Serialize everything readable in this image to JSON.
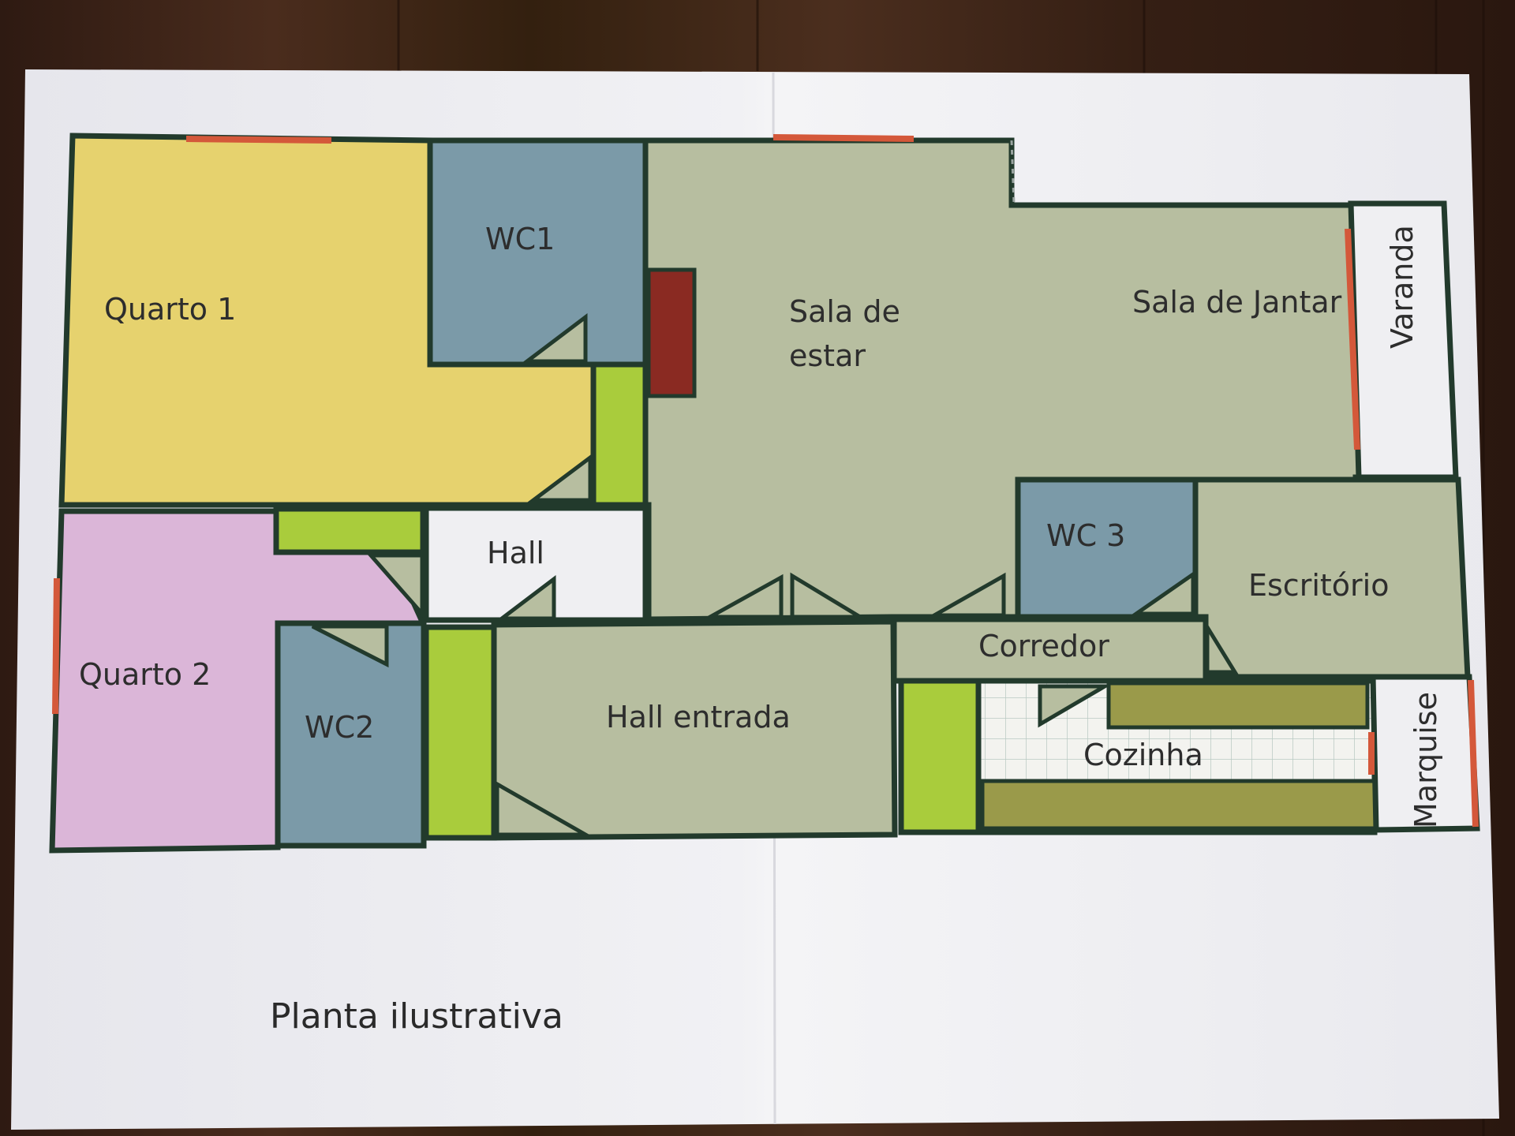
{
  "rooms": {
    "quarto1": "Quarto 1",
    "wc1": "WC1",
    "sala_estar_line1": "Sala de",
    "sala_estar_line2": "estar",
    "sala_jantar": "Sala de Jantar",
    "varanda": "Varanda",
    "hall": "Hall",
    "quarto2": "Quarto 2",
    "wc2": "WC2",
    "hall_entrada": "Hall entrada",
    "wc3": "WC 3",
    "escritorio": "Escritório",
    "corredor": "Corredor",
    "cozinha": "Cozinha",
    "marquise": "Marquise"
  },
  "caption": "Planta ilustrativa",
  "colors": {
    "background_wood": "#3d2418",
    "paper": "#eeeef2",
    "wall": "#223a2c",
    "quarto1": "#e6d26e",
    "wc_blue": "#7b9aa8",
    "sala": "#b7bea0",
    "quarto2": "#dbb6d8",
    "hall": "#efeff2",
    "closet_green": "#a9cc3c",
    "counter_olive": "#9a9a4a",
    "window_red": "#d4583a",
    "fireplace": "#8a2a22",
    "kitchen_tile": "#f2f2ee"
  }
}
